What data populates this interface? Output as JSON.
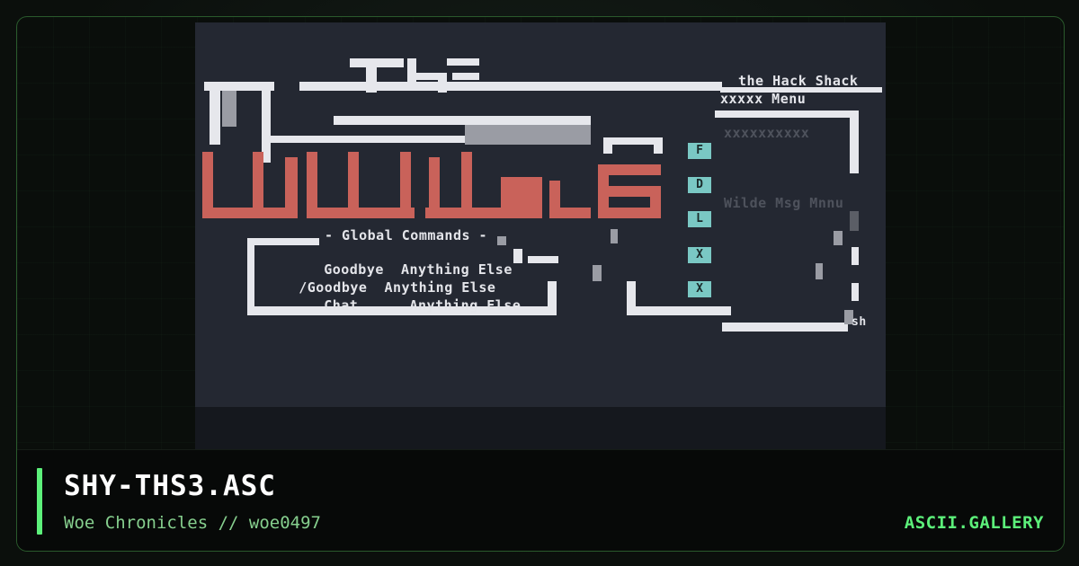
{
  "artwork": {
    "header_title": "the Hack Shack",
    "header_menu": "xxxxx Menu",
    "commands_heading": "- Global Commands -",
    "command_rows": [
      {
        "command": "Goodbye",
        "action": "Anything Else"
      },
      {
        "command": "/Goodbye",
        "action": "Anything Else"
      },
      {
        "command": "Chat",
        "action": "Anything Else"
      }
    ],
    "menu_keys": [
      "F",
      "D",
      "L",
      "X",
      "X"
    ],
    "faint_line_1": "xxxxxxxxxx",
    "faint_line_2": "Wilde Msg Mnnu",
    "corner_fragment": "sh"
  },
  "footer": {
    "title": "SHY-THS3.ASC",
    "subtitle": "Woe Chronicles // woe0497",
    "brand": "ASCII.GALLERY"
  },
  "colors": {
    "accent": "#5cf07a",
    "art_background": "#242832",
    "art_red": "#c9625a",
    "art_cyan": "#7ac8c4"
  }
}
